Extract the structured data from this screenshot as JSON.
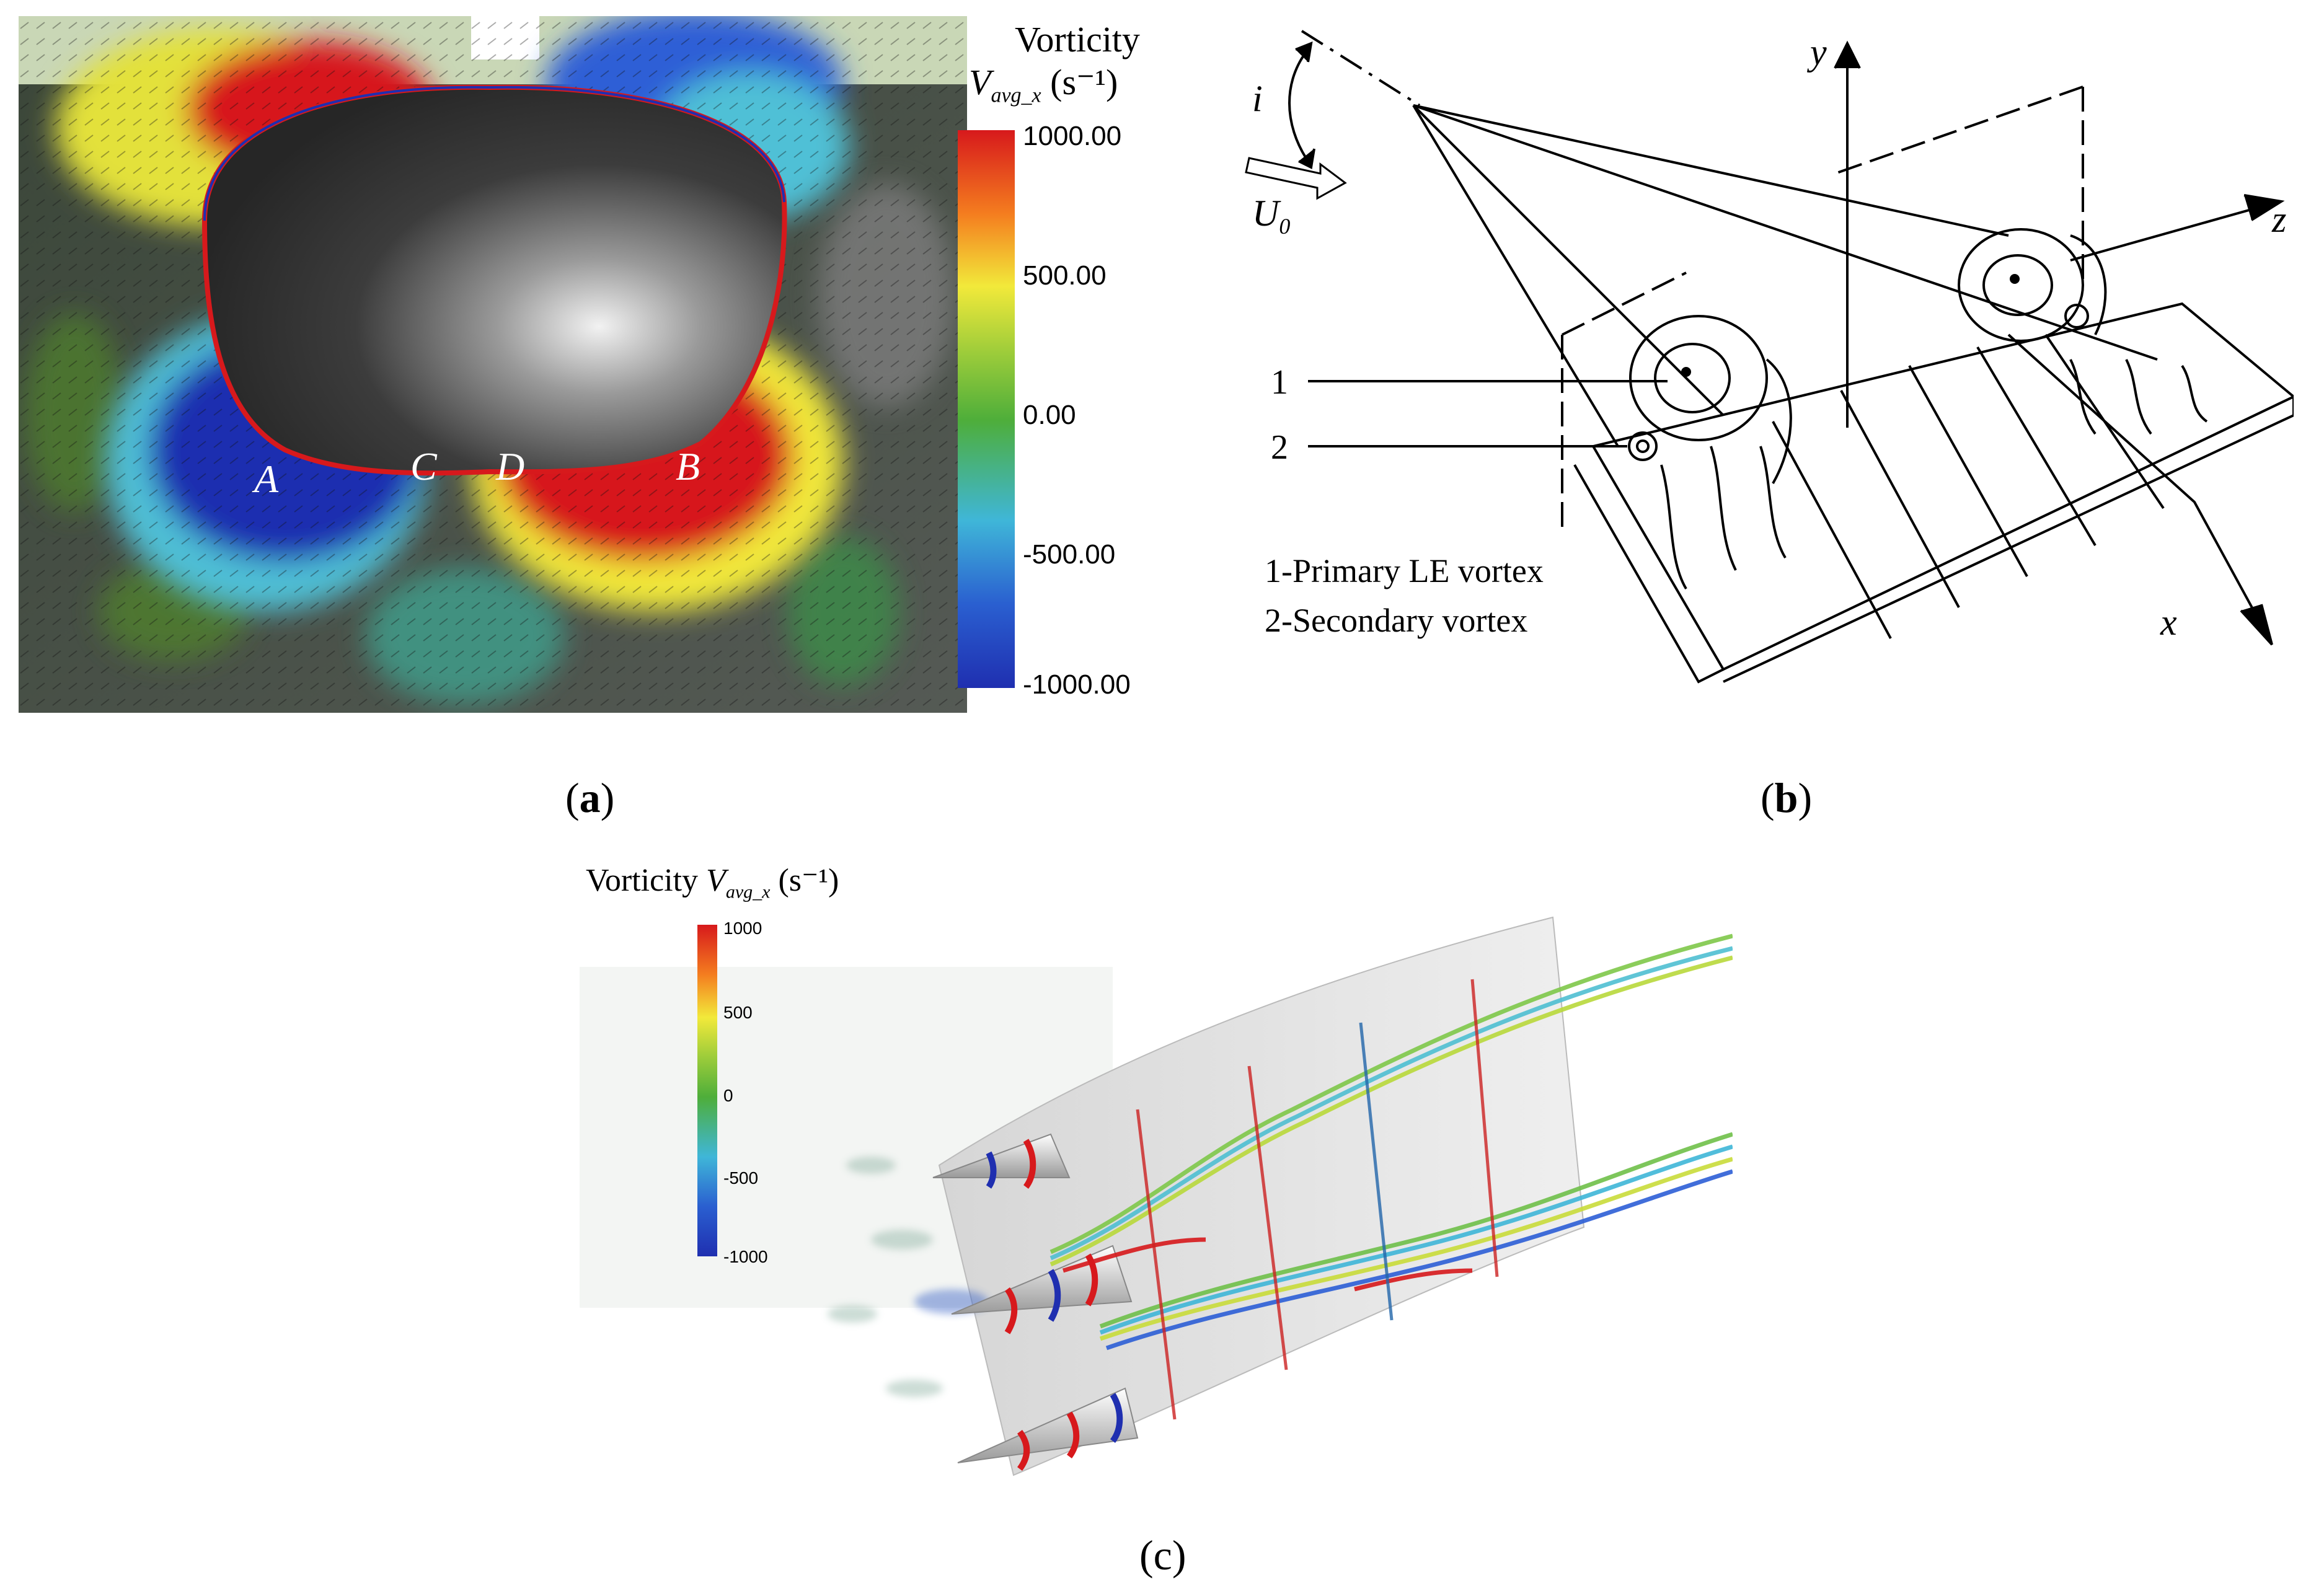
{
  "figure": {
    "panel_a": {
      "caption_letter": "a",
      "colorbar": {
        "title_line1": "Vorticity",
        "title_sym": "V",
        "title_sub": "avg_x",
        "title_unit": "(s⁻¹)",
        "ticks": [
          "1000.00",
          "500.00",
          "0.00",
          "-500.00",
          "-1000.00"
        ]
      },
      "region_labels": [
        "A",
        "C",
        "D",
        "B"
      ]
    },
    "panel_b": {
      "caption_letter": "b",
      "axis_labels": {
        "x": "x",
        "y": "y",
        "z": "z",
        "i": "i",
        "u": "U",
        "u_sub": "0"
      },
      "callouts": [
        "1",
        "2"
      ],
      "legend": [
        "1-Primary LE vortex",
        "2-Secondary vortex"
      ]
    },
    "panel_c": {
      "caption_letter": "c",
      "colorbar": {
        "title_word": "Vorticity",
        "title_sym": "V",
        "title_sub": "avg_x",
        "title_unit": "(s⁻¹)",
        "ticks": [
          "1000",
          "500",
          "0",
          "-500",
          "-1000"
        ]
      }
    },
    "colors": {
      "vort_red": "#d7191c",
      "vort_yellow": "#f7f23a",
      "vort_green": "#5fae3a",
      "vort_cyan": "#3fb6d8",
      "vort_blue": "#1f2fb0",
      "body_gray": "#3a3a3a"
    }
  }
}
